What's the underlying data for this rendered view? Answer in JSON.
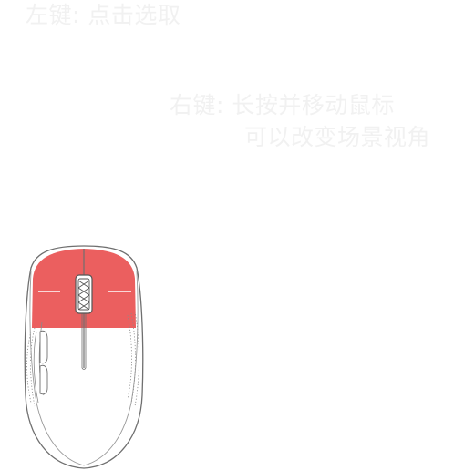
{
  "instructions": {
    "left_click": "左键: 点击选取",
    "right_click_line1": "右键: 长按并移动鼠标",
    "right_click_line2": "可以改变场景视角"
  },
  "mouse": {
    "highlight_color": "#eb5f5f",
    "outline_color": "#6f6f6f",
    "body_color": "#ffffff",
    "icon": "computer-mouse-icon"
  }
}
